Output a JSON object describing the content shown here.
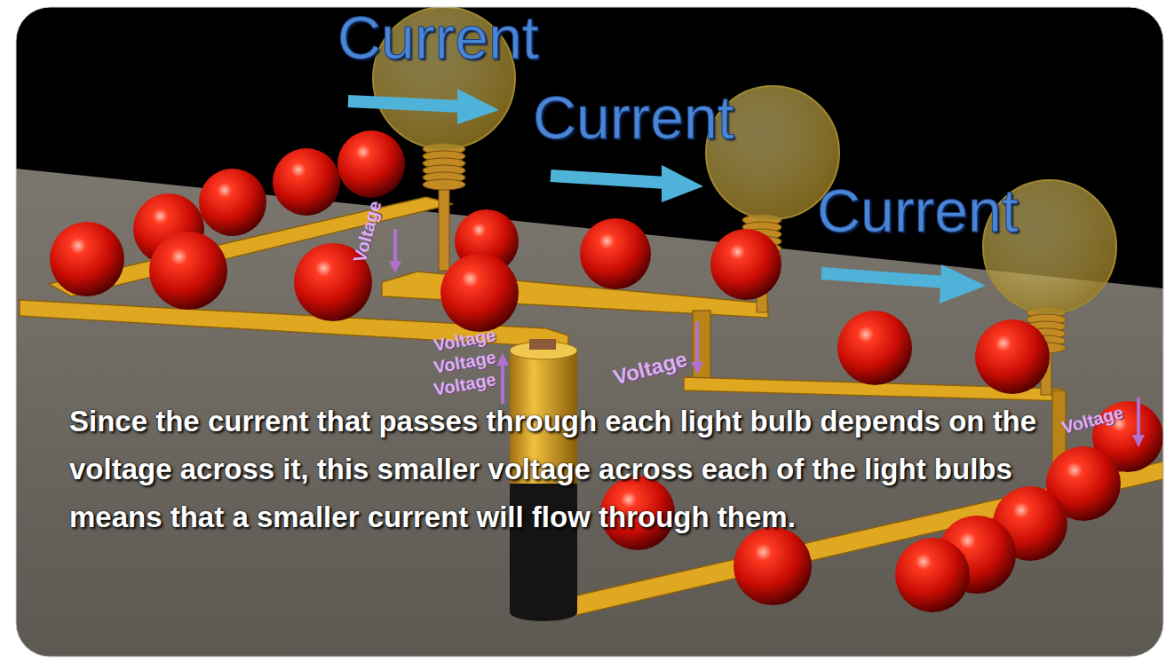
{
  "diagram": {
    "caption": "Since the current that passes through each light bulb depends on the voltage across it, this smaller voltage across each of the light bulbs means that a smaller current will flow through them.",
    "labels": [
      "Current",
      "Current",
      "Current",
      "Voltage",
      "Voltage",
      "Voltage",
      "Voltage",
      "Voltage",
      "Voltage"
    ]
  }
}
